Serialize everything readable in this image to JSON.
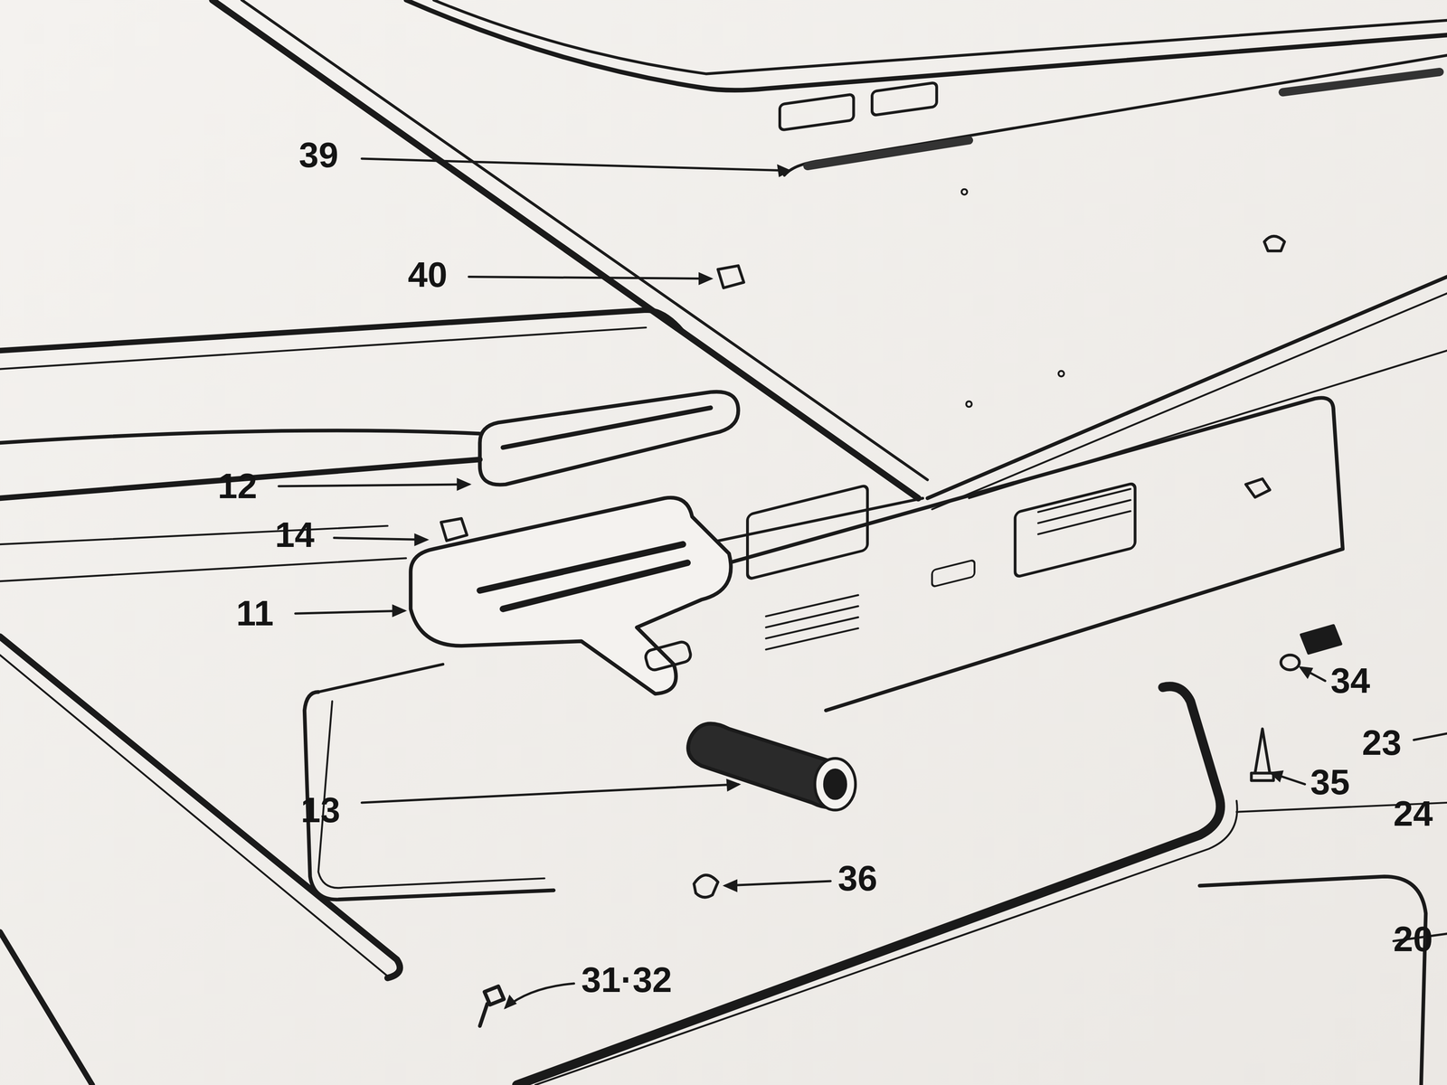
{
  "diagram": {
    "labels": [
      "39",
      "40",
      "12",
      "14",
      "11",
      "13",
      "36",
      "31·32",
      "34",
      "35",
      "23",
      "24",
      "20"
    ]
  }
}
